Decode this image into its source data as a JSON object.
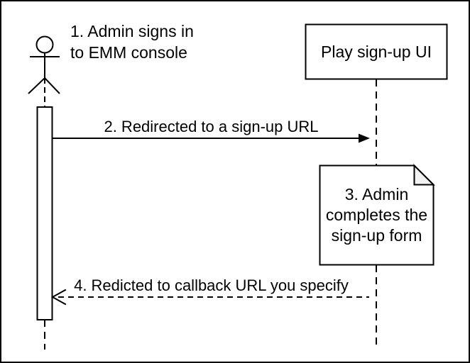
{
  "diagram": {
    "type": "sequence",
    "participant": {
      "label": "Play sign-up UI"
    },
    "actor": {
      "name": "Admin"
    },
    "steps": [
      {
        "num": "1",
        "kind": "label",
        "label": "1. Admin signs in\nto EMM console"
      },
      {
        "num": "2",
        "kind": "solid-arrow",
        "label": "2. Redirected to a sign-up URL"
      },
      {
        "num": "3",
        "kind": "note",
        "label": "3. Admin\ncompletes the\nsign-up form"
      },
      {
        "num": "4",
        "kind": "dashed-arrow",
        "label": "4. Redicted to callback URL you specify"
      }
    ]
  },
  "colors": {
    "stroke": "#000000",
    "background": "#ffffff",
    "note_fold": "#f2f2f2"
  }
}
